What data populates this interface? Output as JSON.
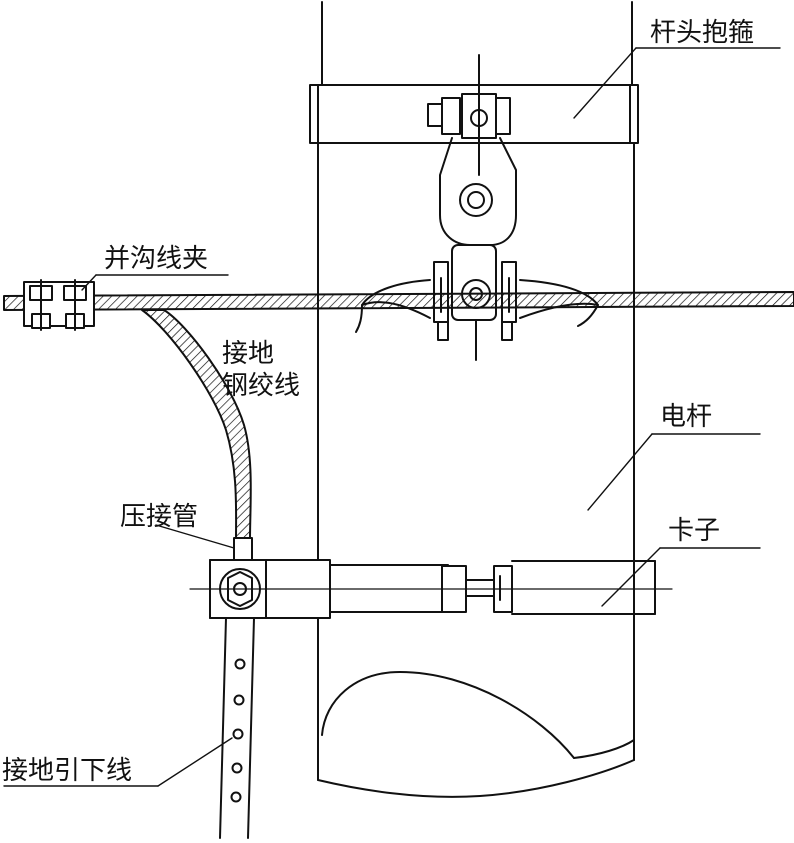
{
  "labels": {
    "pole_head_hoop": "杆头抱箍",
    "parallel_groove_clamp": "并沟线夹",
    "ground_steel_strand_line1": "接地",
    "ground_steel_strand_line2": "钢绞线",
    "pole": "电杆",
    "crimp_tube": "压接管",
    "clamp": "卡子",
    "ground_down_lead": "接地引下线"
  },
  "colors": {
    "line": "#111111",
    "paper": "#ffffff"
  }
}
